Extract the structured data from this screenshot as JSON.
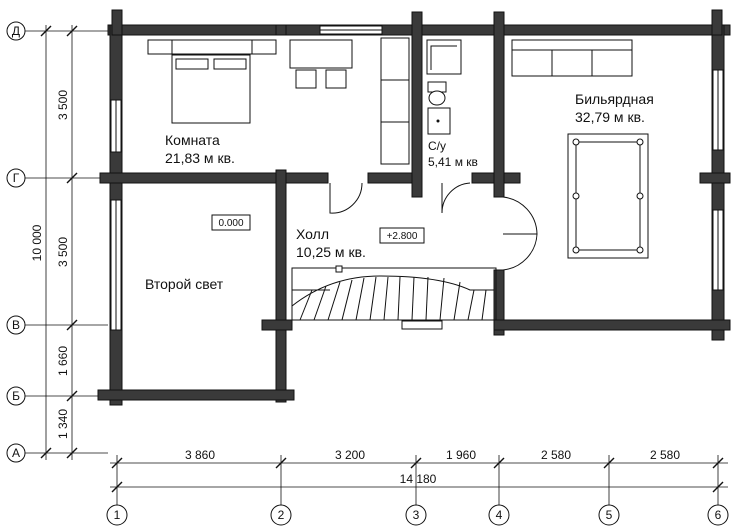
{
  "axes_horizontal": [
    "Д",
    "Г",
    "В",
    "Б",
    "А"
  ],
  "axes_vertical": [
    "1",
    "2",
    "3",
    "4",
    "5",
    "6"
  ],
  "dims_vertical": [
    "3 500",
    "3 500",
    "1 660",
    "1 340"
  ],
  "dim_vertical_total": "10 000",
  "dims_horizontal": [
    "3 860",
    "3 200",
    "1 960",
    "2 580",
    "2 580"
  ],
  "dim_horizontal_total": "14 180",
  "rooms": {
    "komnata": {
      "name": "Комната",
      "area": "21,83 м кв."
    },
    "bilyard": {
      "name": "Бильярдная",
      "area": "32,79 м кв."
    },
    "su": {
      "name": "С/у",
      "area": "5,41 м кв"
    },
    "holl": {
      "name": "Холл",
      "area": "10,25 м кв."
    },
    "vtoroy": {
      "name": "Второй свет"
    }
  },
  "levels": {
    "ground": "0.000",
    "upper": "+2.800"
  }
}
